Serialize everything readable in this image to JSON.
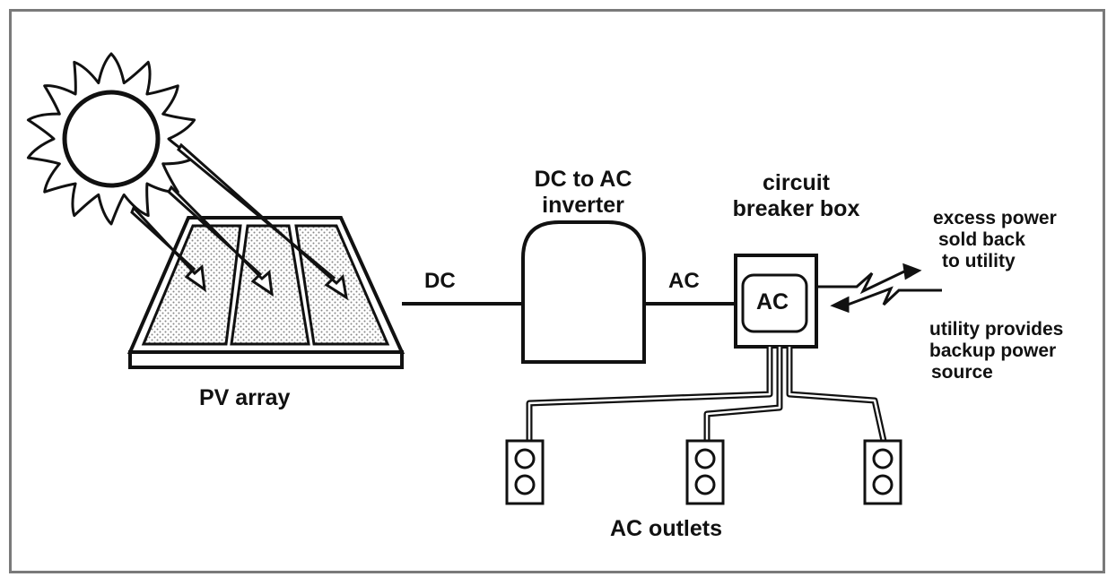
{
  "labels": {
    "pv_array": "PV  array",
    "dc": "DC",
    "inverter": [
      "DC to AC",
      "inverter"
    ],
    "ac_line": "AC",
    "breaker": [
      "circuit",
      "breaker box"
    ],
    "breaker_inner": "AC",
    "excess": [
      "excess power",
      "sold back",
      "to utility"
    ],
    "backup": [
      "utility provides",
      "backup power",
      "source"
    ],
    "outlets": "AC  outlets"
  },
  "colors": {
    "ink": "#111111",
    "frame": "#7a7a7a",
    "panel_dots": "#999999"
  }
}
